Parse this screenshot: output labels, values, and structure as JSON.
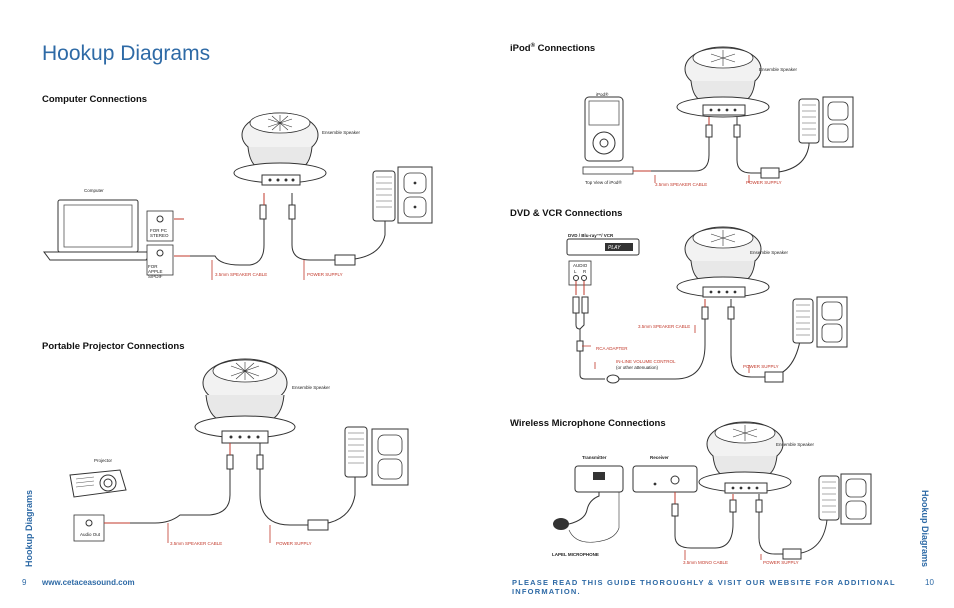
{
  "page_left": {
    "title": "Hookup Diagrams",
    "side_label": "Hookup Diagrams",
    "page_number": "9",
    "website": "www.cetaceasound.com"
  },
  "page_right": {
    "side_label": "Hookup Diagrams",
    "page_number": "10",
    "notice": "PLEASE READ THIS GUIDE THOROUGHLY & VISIT OUR WEBSITE FOR ADDITIONAL INFORMATION."
  },
  "computer": {
    "heading": "Computer Connections",
    "speaker_label": "Ensemble Speaker",
    "device_label": "Computer",
    "port_pc": "FOR PC STEREO",
    "port_apple": "FOR APPLE S/PDIF",
    "cable_label": "3.5mm SPEAKER CABLE",
    "power_label": "POWER SUPPLY"
  },
  "projector": {
    "heading": "Portable Projector Connections",
    "speaker_label": "Ensemble Speaker",
    "device_label": "Projector",
    "port_label": "Audio Out",
    "cable_label": "3.5mm SPEAKER CABLE",
    "power_label": "POWER SUPPLY"
  },
  "ipod": {
    "heading": "iPod",
    "heading_mark": "®",
    "heading_suffix": " Connections",
    "speaker_label": "Ensemble Speaker",
    "device_label": "iPod®",
    "top_view_label": "Top View of iPod®",
    "cable_label": "3.5mm SPEAKER CABLE",
    "power_label": "POWER SUPPLY"
  },
  "dvd": {
    "heading": "DVD & VCR Connections",
    "speaker_label": "Ensemble Speaker",
    "device_label": "DVD / Blu-ray™/ VCR",
    "play_label": "PLAY",
    "audio_label": "AUDIO",
    "audio_l": "L",
    "audio_r": "R",
    "cable_label": "3.5mm SPEAKER CABLE",
    "rca_label": "RCA ADAPTER",
    "volume_label": "IN-LINE VOLUME CONTROL",
    "volume_note": "(or other attenuation)",
    "power_label": "POWER SUPPLY"
  },
  "wireless": {
    "heading": "Wireless Microphone Connections",
    "speaker_label": "Ensemble Speaker",
    "transmitter_label": "Transmitter",
    "receiver_label": "Receiver",
    "mic_label": "LAPEL MICROPHONE",
    "cable_label": "3.5mm MONO CABLE",
    "power_label": "POWER SUPPLY"
  },
  "colors": {
    "accent": "#2e6aa6",
    "callout": "#c2392b",
    "line": "#333333"
  }
}
